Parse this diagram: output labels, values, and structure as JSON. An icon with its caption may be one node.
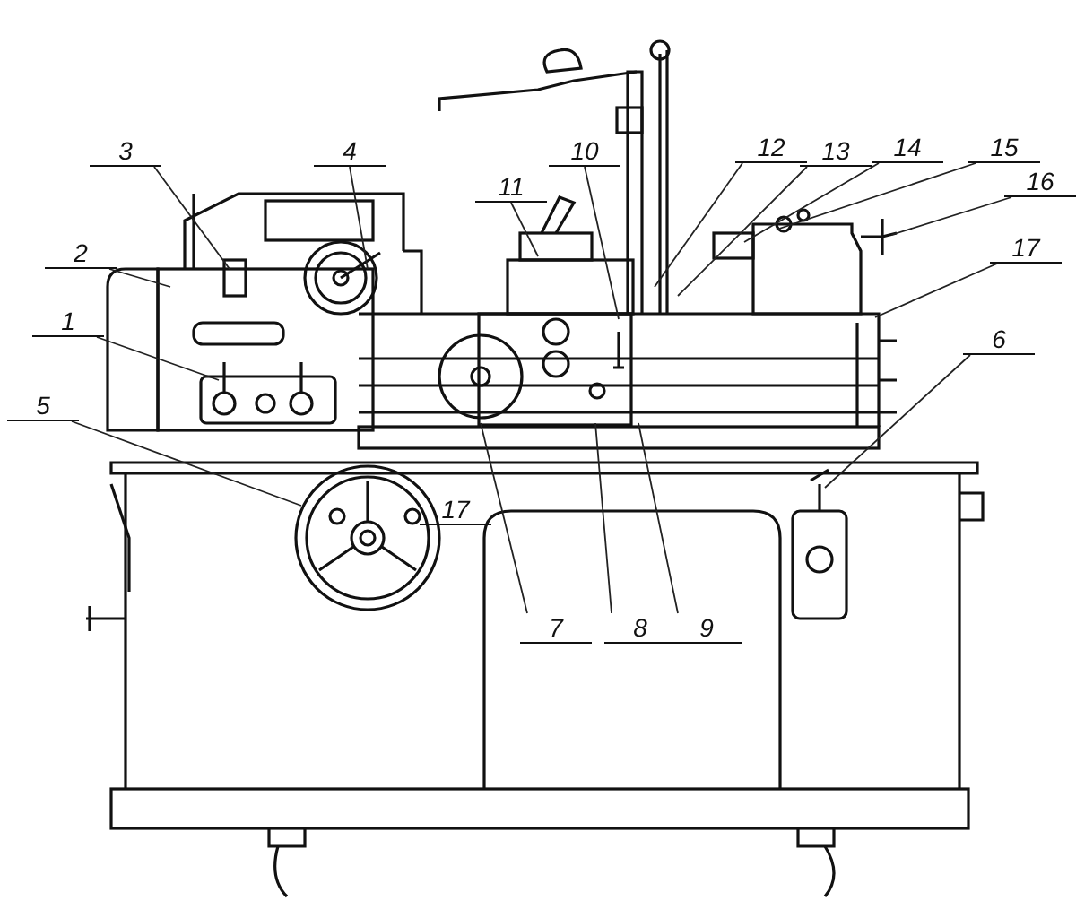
{
  "diagram": {
    "nodes": [
      {
        "text": [
          "3"
        ]
      },
      {
        "text": [
          "4"
        ]
      },
      {
        "text": [
          "10"
        ]
      },
      {
        "text": [
          "12"
        ]
      },
      {
        "text": [
          "13"
        ]
      },
      {
        "text": [
          "14"
        ]
      },
      {
        "text": [
          "15"
        ]
      },
      {
        "text": [
          "11"
        ]
      },
      {
        "text": [
          "16"
        ]
      },
      {
        "text": [
          "2"
        ]
      },
      {
        "text": [
          "17"
        ]
      },
      {
        "text": [
          "1"
        ]
      },
      {
        "text": [
          "6"
        ]
      },
      {
        "text": [
          "5"
        ]
      },
      {
        "text": [
          "7"
        ]
      },
      {
        "text": [
          "8"
        ]
      },
      {
        "text": [
          "9"
        ]
      }
    ],
    "edges": [
      {
        "from": 0,
        "to": null,
        "arrow": "none"
      },
      {
        "from": 1,
        "to": null,
        "arrow": "none"
      },
      {
        "from": 2,
        "to": null,
        "arrow": "none"
      },
      {
        "from": 3,
        "to": null,
        "arrow": "none"
      },
      {
        "from": 4,
        "to": null,
        "arrow": "none"
      },
      {
        "from": 5,
        "to": null,
        "arrow": "none"
      },
      {
        "from": 6,
        "to": null,
        "arrow": "none"
      },
      {
        "from": 7,
        "to": null,
        "arrow": "none"
      },
      {
        "from": 8,
        "to": null,
        "arrow": "none"
      },
      {
        "from": 9,
        "to": null,
        "arrow": "none"
      },
      {
        "from": 10,
        "to": null,
        "arrow": "none"
      },
      {
        "from": 11,
        "to": null,
        "arrow": "none"
      },
      {
        "from": 12,
        "to": null,
        "arrow": "none"
      },
      {
        "from": 13,
        "to": null,
        "arrow": "none"
      },
      {
        "from": 14,
        "to": null,
        "arrow": "none"
      },
      {
        "from": 15,
        "to": null,
        "arrow": "none"
      },
      {
        "from": 16,
        "to": null,
        "arrow": "none"
      }
    ],
    "labels": [
      "17"
    ]
  }
}
